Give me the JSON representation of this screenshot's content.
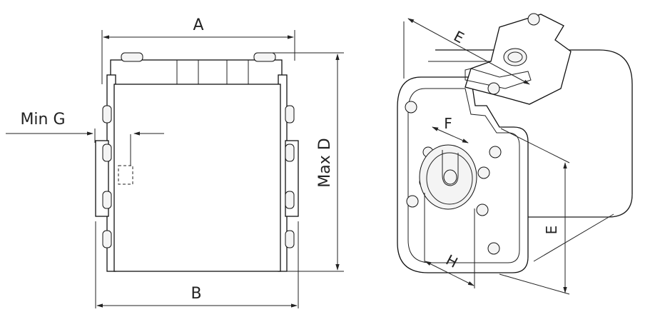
{
  "front_view": {
    "labels": {
      "a": "A",
      "b": "B",
      "min_g": "Min  G",
      "max_d": "Max D"
    }
  },
  "iso_view": {
    "labels": {
      "e_top": "E",
      "e_side": "E",
      "f": "F",
      "h": "H"
    }
  }
}
